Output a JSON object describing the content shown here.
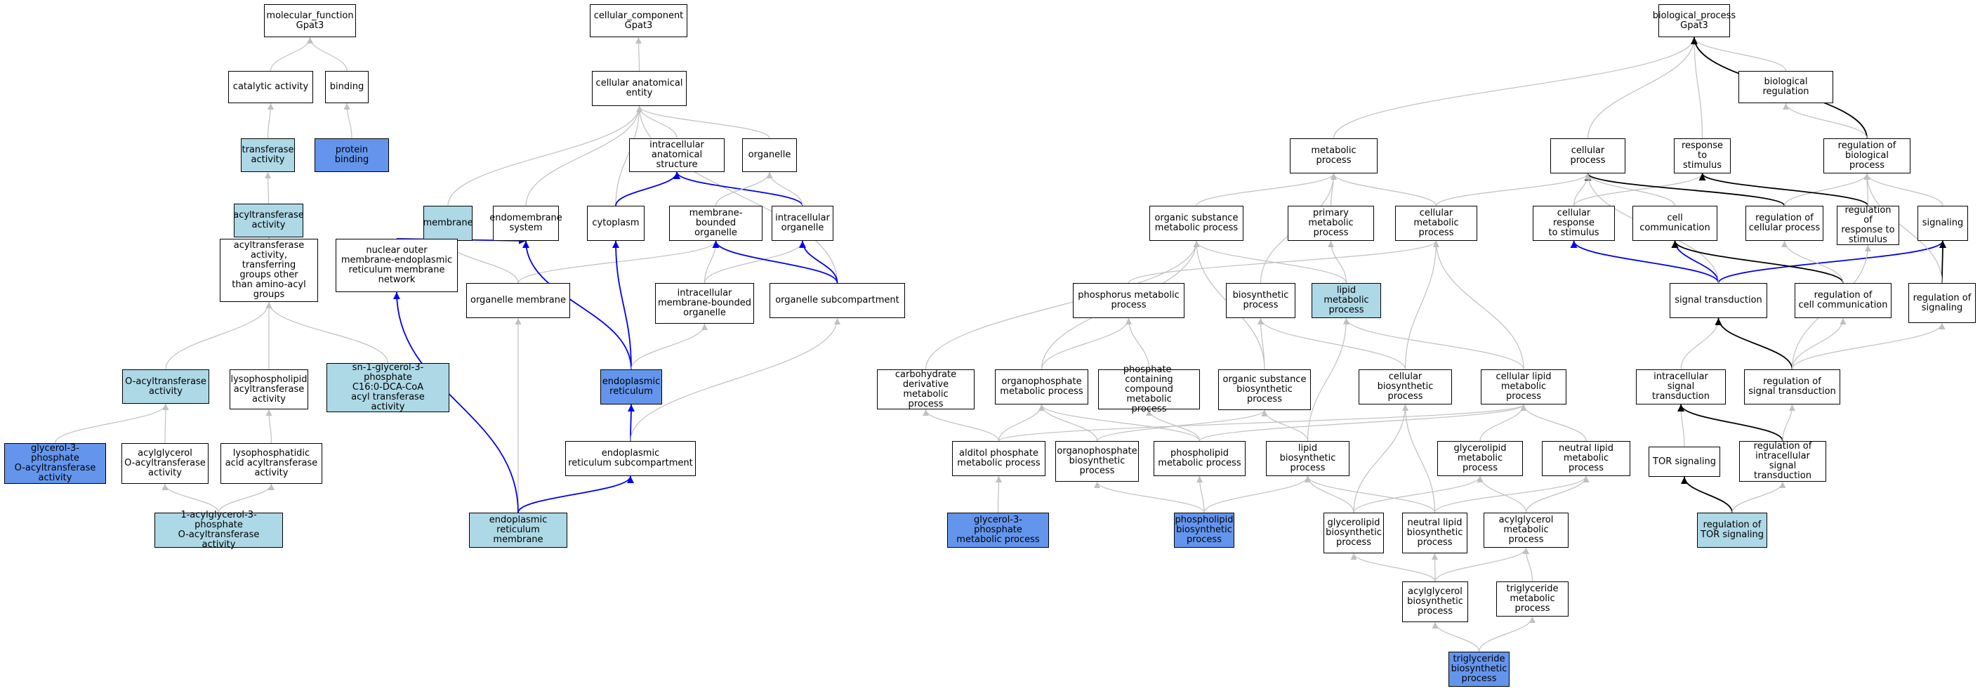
{
  "colors": {
    "white": "#ffffff",
    "light": "#add8e6",
    "blue": "#6495ed",
    "edge_gray": "#c0c0c0",
    "edge_blue": "#0000ee",
    "edge_black": "#000000"
  },
  "nodes": [
    {
      "id": "mf_root",
      "label": "molecular_function\nGpat3",
      "fill": "white"
    },
    {
      "id": "catalytic",
      "label": "catalytic activity",
      "fill": "white"
    },
    {
      "id": "binding",
      "label": "binding",
      "fill": "white"
    },
    {
      "id": "transferase",
      "label": "transferase\nactivity",
      "fill": "light"
    },
    {
      "id": "protein_binding",
      "label": "protein binding",
      "fill": "blue"
    },
    {
      "id": "acyltransferase",
      "label": "acyltransferase\nactivity",
      "fill": "light"
    },
    {
      "id": "acyl_other",
      "label": "acyltransferase\nactivity, transferring\ngroups other\nthan amino-acyl\ngroups",
      "fill": "white"
    },
    {
      "id": "o_acyl",
      "label": "O-acyltransferase\nactivity",
      "fill": "light"
    },
    {
      "id": "lysopl",
      "label": "lysophospholipid\nacyltransferase\nactivity",
      "fill": "white"
    },
    {
      "id": "sn1",
      "label": "sn-1-glycerol-3-phosphate\nC16:0-DCA-CoA\nacyl transferase\nactivity",
      "fill": "light"
    },
    {
      "id": "g3p_oacyl",
      "label": "glycerol-3-phosphate\nO-acyltransferase\nactivity",
      "fill": "blue"
    },
    {
      "id": "acylglycerol_oacyl",
      "label": "acylglycerol\nO-acyltransferase\nactivity",
      "fill": "white"
    },
    {
      "id": "lysopa",
      "label": "lysophosphatidic\nacid acyltransferase\nactivity",
      "fill": "white"
    },
    {
      "id": "agpat",
      "label": "1-acylglycerol-3-phosphate\nO-acyltransferase\nactivity",
      "fill": "light"
    },
    {
      "id": "cc_root",
      "label": "cellular_component\nGpat3",
      "fill": "white"
    },
    {
      "id": "cae",
      "label": "cellular anatomical\nentity",
      "fill": "white"
    },
    {
      "id": "membrane",
      "label": "membrane",
      "fill": "light"
    },
    {
      "id": "endomembrane",
      "label": "endomembrane\nsystem",
      "fill": "white"
    },
    {
      "id": "ias",
      "label": "intracellular\nanatomical structure",
      "fill": "white"
    },
    {
      "id": "organelle",
      "label": "organelle",
      "fill": "white"
    },
    {
      "id": "cytoplasm",
      "label": "cytoplasm",
      "fill": "white"
    },
    {
      "id": "mbo",
      "label": "membrane-bounded\norganelle",
      "fill": "white"
    },
    {
      "id": "io",
      "label": "intracellular\norganelle",
      "fill": "white"
    },
    {
      "id": "nomerm",
      "label": "nuclear outer\nmembrane-endoplasmic\nreticulum membrane\nnetwork",
      "fill": "white"
    },
    {
      "id": "orgmem",
      "label": "organelle membrane",
      "fill": "white"
    },
    {
      "id": "imbo",
      "label": "intracellular\nmembrane-bounded\norganelle",
      "fill": "white"
    },
    {
      "id": "orgsub",
      "label": "organelle subcompartment",
      "fill": "white"
    },
    {
      "id": "er",
      "label": "endoplasmic\nreticulum",
      "fill": "blue"
    },
    {
      "id": "ersub",
      "label": "endoplasmic\nreticulum subcompartment",
      "fill": "white"
    },
    {
      "id": "ermem",
      "label": "endoplasmic\nreticulum membrane",
      "fill": "light"
    },
    {
      "id": "bp_root",
      "label": "biological_process\nGpat3",
      "fill": "white"
    },
    {
      "id": "metabolic",
      "label": "metabolic process",
      "fill": "white"
    },
    {
      "id": "cellular_process",
      "label": "cellular process",
      "fill": "white"
    },
    {
      "id": "response_stim",
      "label": "response to\nstimulus",
      "fill": "white"
    },
    {
      "id": "bio_reg",
      "label": "biological regulation",
      "fill": "white"
    },
    {
      "id": "reg_bio",
      "label": "regulation of\nbiological process",
      "fill": "white"
    },
    {
      "id": "osm",
      "label": "organic substance\nmetabolic process",
      "fill": "white"
    },
    {
      "id": "pmp",
      "label": "primary metabolic\nprocess",
      "fill": "white"
    },
    {
      "id": "cmp",
      "label": "cellular metabolic\nprocess",
      "fill": "white"
    },
    {
      "id": "cell_resp",
      "label": "cellular response\nto stimulus",
      "fill": "white"
    },
    {
      "id": "cell_comm",
      "label": "cell communication",
      "fill": "white"
    },
    {
      "id": "reg_cell",
      "label": "regulation of\ncellular process",
      "fill": "white"
    },
    {
      "id": "reg_resp",
      "label": "regulation of\nresponse to\nstimulus",
      "fill": "white"
    },
    {
      "id": "signaling",
      "label": "signaling",
      "fill": "white"
    },
    {
      "id": "phosphorus",
      "label": "phosphorus metabolic\nprocess",
      "fill": "white"
    },
    {
      "id": "biosynthetic",
      "label": "biosynthetic\nprocess",
      "fill": "white"
    },
    {
      "id": "lipid_met",
      "label": "lipid metabolic\nprocess",
      "fill": "light"
    },
    {
      "id": "sig_trans",
      "label": "signal transduction",
      "fill": "white"
    },
    {
      "id": "reg_cell_comm",
      "label": "regulation of\ncell communication",
      "fill": "white"
    },
    {
      "id": "reg_signaling",
      "label": "regulation of\nsignaling",
      "fill": "white"
    },
    {
      "id": "carb",
      "label": "carbohydrate\nderivative metabolic\nprocess",
      "fill": "white"
    },
    {
      "id": "orgphos",
      "label": "organophosphate\nmetabolic process",
      "fill": "white"
    },
    {
      "id": "pcc",
      "label": "phosphate-containing\ncompound metabolic\nprocess",
      "fill": "white"
    },
    {
      "id": "osb",
      "label": "organic substance\nbiosynthetic\nprocess",
      "fill": "white"
    },
    {
      "id": "cbp",
      "label": "cellular biosynthetic\nprocess",
      "fill": "white"
    },
    {
      "id": "clmp",
      "label": "cellular lipid\nmetabolic process",
      "fill": "white"
    },
    {
      "id": "ist",
      "label": "intracellular\nsignal transduction",
      "fill": "white"
    },
    {
      "id": "reg_st",
      "label": "regulation of\nsignal transduction",
      "fill": "white"
    },
    {
      "id": "alditol",
      "label": "alditol phosphate\nmetabolic process",
      "fill": "white"
    },
    {
      "id": "opbp",
      "label": "organophosphate\nbiosynthetic\nprocess",
      "fill": "white"
    },
    {
      "id": "plmp",
      "label": "phospholipid\nmetabolic process",
      "fill": "white"
    },
    {
      "id": "lbp",
      "label": "lipid biosynthetic\nprocess",
      "fill": "white"
    },
    {
      "id": "glmp",
      "label": "glycerolipid\nmetabolic process",
      "fill": "white"
    },
    {
      "id": "nlmp",
      "label": "neutral lipid\nmetabolic process",
      "fill": "white"
    },
    {
      "id": "tor",
      "label": "TOR signaling",
      "fill": "white"
    },
    {
      "id": "reg_ist",
      "label": "regulation of\nintracellular\nsignal transduction",
      "fill": "white"
    },
    {
      "id": "g3pmp",
      "label": "glycerol-3-phosphate\nmetabolic process",
      "fill": "blue"
    },
    {
      "id": "plbp",
      "label": "phospholipid\nbiosynthetic\nprocess",
      "fill": "blue"
    },
    {
      "id": "glbp",
      "label": "glycerolipid\nbiosynthetic\nprocess",
      "fill": "white"
    },
    {
      "id": "nlbp",
      "label": "neutral lipid\nbiosynthetic\nprocess",
      "fill": "white"
    },
    {
      "id": "agmp",
      "label": "acylglycerol\nmetabolic process",
      "fill": "white"
    },
    {
      "id": "reg_tor",
      "label": "regulation of\nTOR signaling",
      "fill": "light"
    },
    {
      "id": "agbp",
      "label": "acylglycerol\nbiosynthetic\nprocess",
      "fill": "white"
    },
    {
      "id": "tgmp",
      "label": "triglyceride\nmetabolic process",
      "fill": "white"
    },
    {
      "id": "tgbp",
      "label": "triglyceride\nbiosynthetic\nprocess",
      "fill": "blue"
    }
  ],
  "edges": [
    {
      "from": "catalytic",
      "to": "mf_root",
      "kind": "gray"
    },
    {
      "from": "binding",
      "to": "mf_root",
      "kind": "gray"
    },
    {
      "from": "transferase",
      "to": "catalytic",
      "kind": "gray"
    },
    {
      "from": "protein_binding",
      "to": "binding",
      "kind": "gray"
    },
    {
      "from": "acyltransferase",
      "to": "transferase",
      "kind": "gray"
    },
    {
      "from": "acyl_other",
      "to": "acyltransferase",
      "kind": "gray"
    },
    {
      "from": "o_acyl",
      "to": "acyl_other",
      "kind": "gray"
    },
    {
      "from": "lysopl",
      "to": "acyl_other",
      "kind": "gray"
    },
    {
      "from": "sn1",
      "to": "acyl_other",
      "kind": "gray"
    },
    {
      "from": "g3p_oacyl",
      "to": "o_acyl",
      "kind": "gray"
    },
    {
      "from": "acylglycerol_oacyl",
      "to": "o_acyl",
      "kind": "gray"
    },
    {
      "from": "lysopa",
      "to": "lysopl",
      "kind": "gray"
    },
    {
      "from": "agpat",
      "to": "acylglycerol_oacyl",
      "kind": "gray"
    },
    {
      "from": "agpat",
      "to": "lysopa",
      "kind": "gray"
    },
    {
      "from": "cae",
      "to": "cc_root",
      "kind": "gray"
    },
    {
      "from": "membrane",
      "to": "cae",
      "kind": "gray"
    },
    {
      "from": "endomembrane",
      "to": "cae",
      "kind": "gray"
    },
    {
      "from": "ias",
      "to": "cae",
      "kind": "gray"
    },
    {
      "from": "organelle",
      "to": "cae",
      "kind": "gray"
    },
    {
      "from": "cytoplasm",
      "to": "cae",
      "kind": "gray"
    },
    {
      "from": "orgsub",
      "to": "cae",
      "kind": "gray"
    },
    {
      "from": "cytoplasm",
      "to": "ias",
      "kind": "blue"
    },
    {
      "from": "io",
      "to": "ias",
      "kind": "blue"
    },
    {
      "from": "mbo",
      "to": "organelle",
      "kind": "gray"
    },
    {
      "from": "io",
      "to": "organelle",
      "kind": "gray"
    },
    {
      "from": "nomerm",
      "to": "membrane",
      "kind": "gray"
    },
    {
      "from": "nomerm",
      "to": "endomembrane",
      "kind": "blue"
    },
    {
      "from": "orgmem",
      "to": "membrane",
      "kind": "gray"
    },
    {
      "from": "orgmem",
      "to": "mbo",
      "kind": "gray"
    },
    {
      "from": "imbo",
      "to": "mbo",
      "kind": "gray"
    },
    {
      "from": "imbo",
      "to": "io",
      "kind": "gray"
    },
    {
      "from": "orgsub",
      "to": "mbo",
      "kind": "blue"
    },
    {
      "from": "orgsub",
      "to": "io",
      "kind": "blue"
    },
    {
      "from": "er",
      "to": "cytoplasm",
      "kind": "blue"
    },
    {
      "from": "er",
      "to": "endomembrane",
      "kind": "blue"
    },
    {
      "from": "er",
      "to": "imbo",
      "kind": "gray"
    },
    {
      "from": "ersub",
      "to": "er",
      "kind": "blue"
    },
    {
      "from": "ersub",
      "to": "orgsub",
      "kind": "gray"
    },
    {
      "from": "ermem",
      "to": "orgmem",
      "kind": "gray"
    },
    {
      "from": "ermem",
      "to": "nomerm",
      "kind": "blue"
    },
    {
      "from": "ermem",
      "to": "ersub",
      "kind": "blue"
    },
    {
      "from": "metabolic",
      "to": "bp_root",
      "kind": "gray"
    },
    {
      "from": "cellular_process",
      "to": "bp_root",
      "kind": "gray"
    },
    {
      "from": "response_stim",
      "to": "bp_root",
      "kind": "gray"
    },
    {
      "from": "bio_reg",
      "to": "bp_root",
      "kind": "gray"
    },
    {
      "from": "reg_bio",
      "to": "bp_root",
      "kind": "black"
    },
    {
      "from": "reg_bio",
      "to": "bio_reg",
      "kind": "gray"
    },
    {
      "from": "osm",
      "to": "metabolic",
      "kind": "gray"
    },
    {
      "from": "pmp",
      "to": "metabolic",
      "kind": "gray"
    },
    {
      "from": "cmp",
      "to": "metabolic",
      "kind": "gray"
    },
    {
      "from": "cmp",
      "to": "cellular_process",
      "kind": "gray"
    },
    {
      "from": "cell_resp",
      "to": "cellular_process",
      "kind": "gray"
    },
    {
      "from": "cell_resp",
      "to": "response_stim",
      "kind": "gray"
    },
    {
      "from": "cell_comm",
      "to": "cellular_process",
      "kind": "gray"
    },
    {
      "from": "reg_cell",
      "to": "cellular_process",
      "kind": "black"
    },
    {
      "from": "reg_cell",
      "to": "reg_bio",
      "kind": "gray"
    },
    {
      "from": "reg_resp",
      "to": "response_stim",
      "kind": "black"
    },
    {
      "from": "reg_resp",
      "to": "reg_bio",
      "kind": "gray"
    },
    {
      "from": "signaling",
      "to": "reg_bio",
      "kind": "gray"
    },
    {
      "from": "phosphorus",
      "to": "cmp",
      "kind": "gray"
    },
    {
      "from": "biosynthetic",
      "to": "metabolic",
      "kind": "gray"
    },
    {
      "from": "lipid_met",
      "to": "osm",
      "kind": "gray"
    },
    {
      "from": "lipid_met",
      "to": "pmp",
      "kind": "gray"
    },
    {
      "from": "sig_trans",
      "to": "cell_resp",
      "kind": "blue"
    },
    {
      "from": "sig_trans",
      "to": "cell_comm",
      "kind": "blue"
    },
    {
      "from": "sig_trans",
      "to": "signaling",
      "kind": "blue"
    },
    {
      "from": "sig_trans",
      "to": "cellular_process",
      "kind": "gray"
    },
    {
      "from": "reg_cell_comm",
      "to": "cell_comm",
      "kind": "black"
    },
    {
      "from": "reg_cell_comm",
      "to": "reg_cell",
      "kind": "gray"
    },
    {
      "from": "reg_signaling",
      "to": "signaling",
      "kind": "black"
    },
    {
      "from": "reg_signaling",
      "to": "reg_bio",
      "kind": "gray"
    },
    {
      "from": "carb",
      "to": "osm",
      "kind": "gray"
    },
    {
      "from": "orgphos",
      "to": "phosphorus",
      "kind": "gray"
    },
    {
      "from": "orgphos",
      "to": "osm",
      "kind": "gray"
    },
    {
      "from": "pcc",
      "to": "phosphorus",
      "kind": "gray"
    },
    {
      "from": "osb",
      "to": "osm",
      "kind": "gray"
    },
    {
      "from": "osb",
      "to": "biosynthetic",
      "kind": "gray"
    },
    {
      "from": "cbp",
      "to": "biosynthetic",
      "kind": "gray"
    },
    {
      "from": "cbp",
      "to": "cmp",
      "kind": "gray"
    },
    {
      "from": "clmp",
      "to": "lipid_met",
      "kind": "gray"
    },
    {
      "from": "clmp",
      "to": "cmp",
      "kind": "gray"
    },
    {
      "from": "ist",
      "to": "sig_trans",
      "kind": "gray"
    },
    {
      "from": "reg_st",
      "to": "sig_trans",
      "kind": "black"
    },
    {
      "from": "reg_st",
      "to": "reg_cell_comm",
      "kind": "gray"
    },
    {
      "from": "reg_st",
      "to": "reg_signaling",
      "kind": "gray"
    },
    {
      "from": "reg_st",
      "to": "reg_resp",
      "kind": "gray"
    },
    {
      "from": "alditol",
      "to": "carb",
      "kind": "gray"
    },
    {
      "from": "alditol",
      "to": "orgphos",
      "kind": "gray"
    },
    {
      "from": "alditol",
      "to": "clmp",
      "kind": "gray"
    },
    {
      "from": "opbp",
      "to": "orgphos",
      "kind": "gray"
    },
    {
      "from": "opbp",
      "to": "osb",
      "kind": "gray"
    },
    {
      "from": "plmp",
      "to": "orgphos",
      "kind": "gray"
    },
    {
      "from": "plmp",
      "to": "pcc",
      "kind": "gray"
    },
    {
      "from": "plmp",
      "to": "clmp",
      "kind": "gray"
    },
    {
      "from": "lbp",
      "to": "lipid_met",
      "kind": "gray"
    },
    {
      "from": "lbp",
      "to": "osb",
      "kind": "gray"
    },
    {
      "from": "glmp",
      "to": "clmp",
      "kind": "gray"
    },
    {
      "from": "nlmp",
      "to": "clmp",
      "kind": "gray"
    },
    {
      "from": "tor",
      "to": "ist",
      "kind": "gray"
    },
    {
      "from": "reg_ist",
      "to": "ist",
      "kind": "black"
    },
    {
      "from": "reg_ist",
      "to": "reg_st",
      "kind": "gray"
    },
    {
      "from": "g3pmp",
      "to": "alditol",
      "kind": "gray"
    },
    {
      "from": "plbp",
      "to": "plmp",
      "kind": "gray"
    },
    {
      "from": "plbp",
      "to": "opbp",
      "kind": "gray"
    },
    {
      "from": "plbp",
      "to": "lbp",
      "kind": "gray"
    },
    {
      "from": "glbp",
      "to": "lbp",
      "kind": "gray"
    },
    {
      "from": "glbp",
      "to": "glmp",
      "kind": "gray"
    },
    {
      "from": "glbp",
      "to": "cbp",
      "kind": "gray"
    },
    {
      "from": "nlbp",
      "to": "lbp",
      "kind": "gray"
    },
    {
      "from": "nlbp",
      "to": "nlmp",
      "kind": "gray"
    },
    {
      "from": "nlbp",
      "to": "cbp",
      "kind": "gray"
    },
    {
      "from": "agmp",
      "to": "glmp",
      "kind": "gray"
    },
    {
      "from": "agmp",
      "to": "nlmp",
      "kind": "gray"
    },
    {
      "from": "reg_tor",
      "to": "tor",
      "kind": "black"
    },
    {
      "from": "reg_tor",
      "to": "reg_ist",
      "kind": "gray"
    },
    {
      "from": "agbp",
      "to": "glbp",
      "kind": "gray"
    },
    {
      "from": "agbp",
      "to": "nlbp",
      "kind": "gray"
    },
    {
      "from": "agbp",
      "to": "agmp",
      "kind": "gray"
    },
    {
      "from": "tgmp",
      "to": "agmp",
      "kind": "gray"
    },
    {
      "from": "tgbp",
      "to": "agbp",
      "kind": "gray"
    },
    {
      "from": "tgbp",
      "to": "tgmp",
      "kind": "gray"
    }
  ]
}
